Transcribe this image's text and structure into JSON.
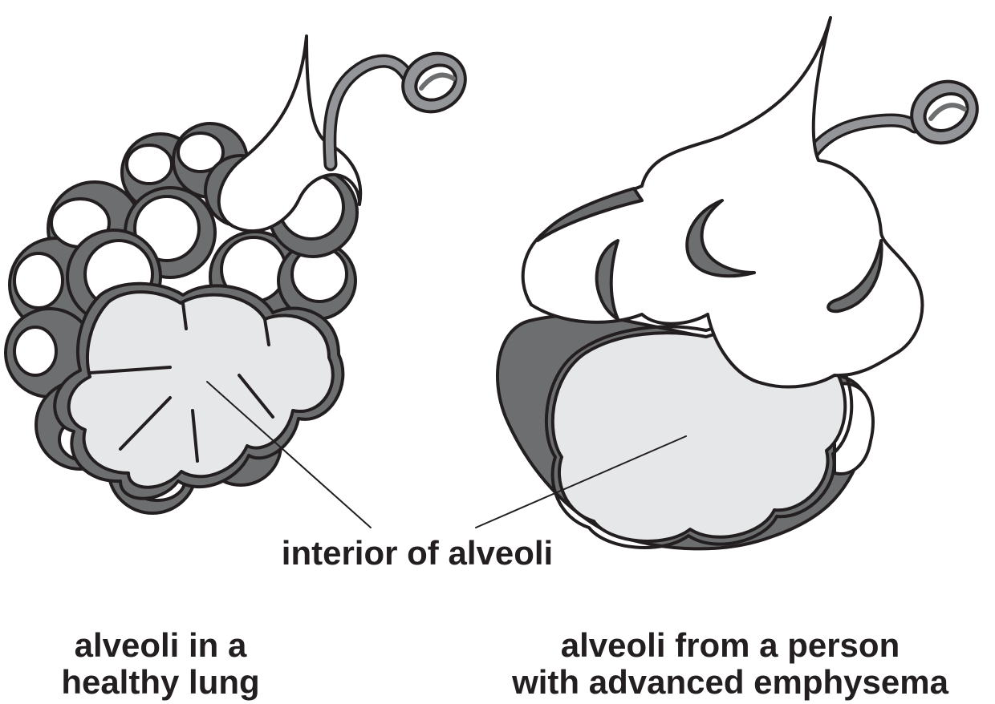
{
  "labels": {
    "interior": "interior of alveoli",
    "healthy_line1": "alveoli in a",
    "healthy_line2": "healthy lung",
    "emphysema_line1": "alveoli from a person",
    "emphysema_line2": "with advanced emphysema"
  },
  "colors": {
    "outline": "#231f20",
    "shade": "#6d6e70",
    "vessel": "#939598",
    "interior": "#e6e7e8",
    "surface": "#ffffff"
  }
}
